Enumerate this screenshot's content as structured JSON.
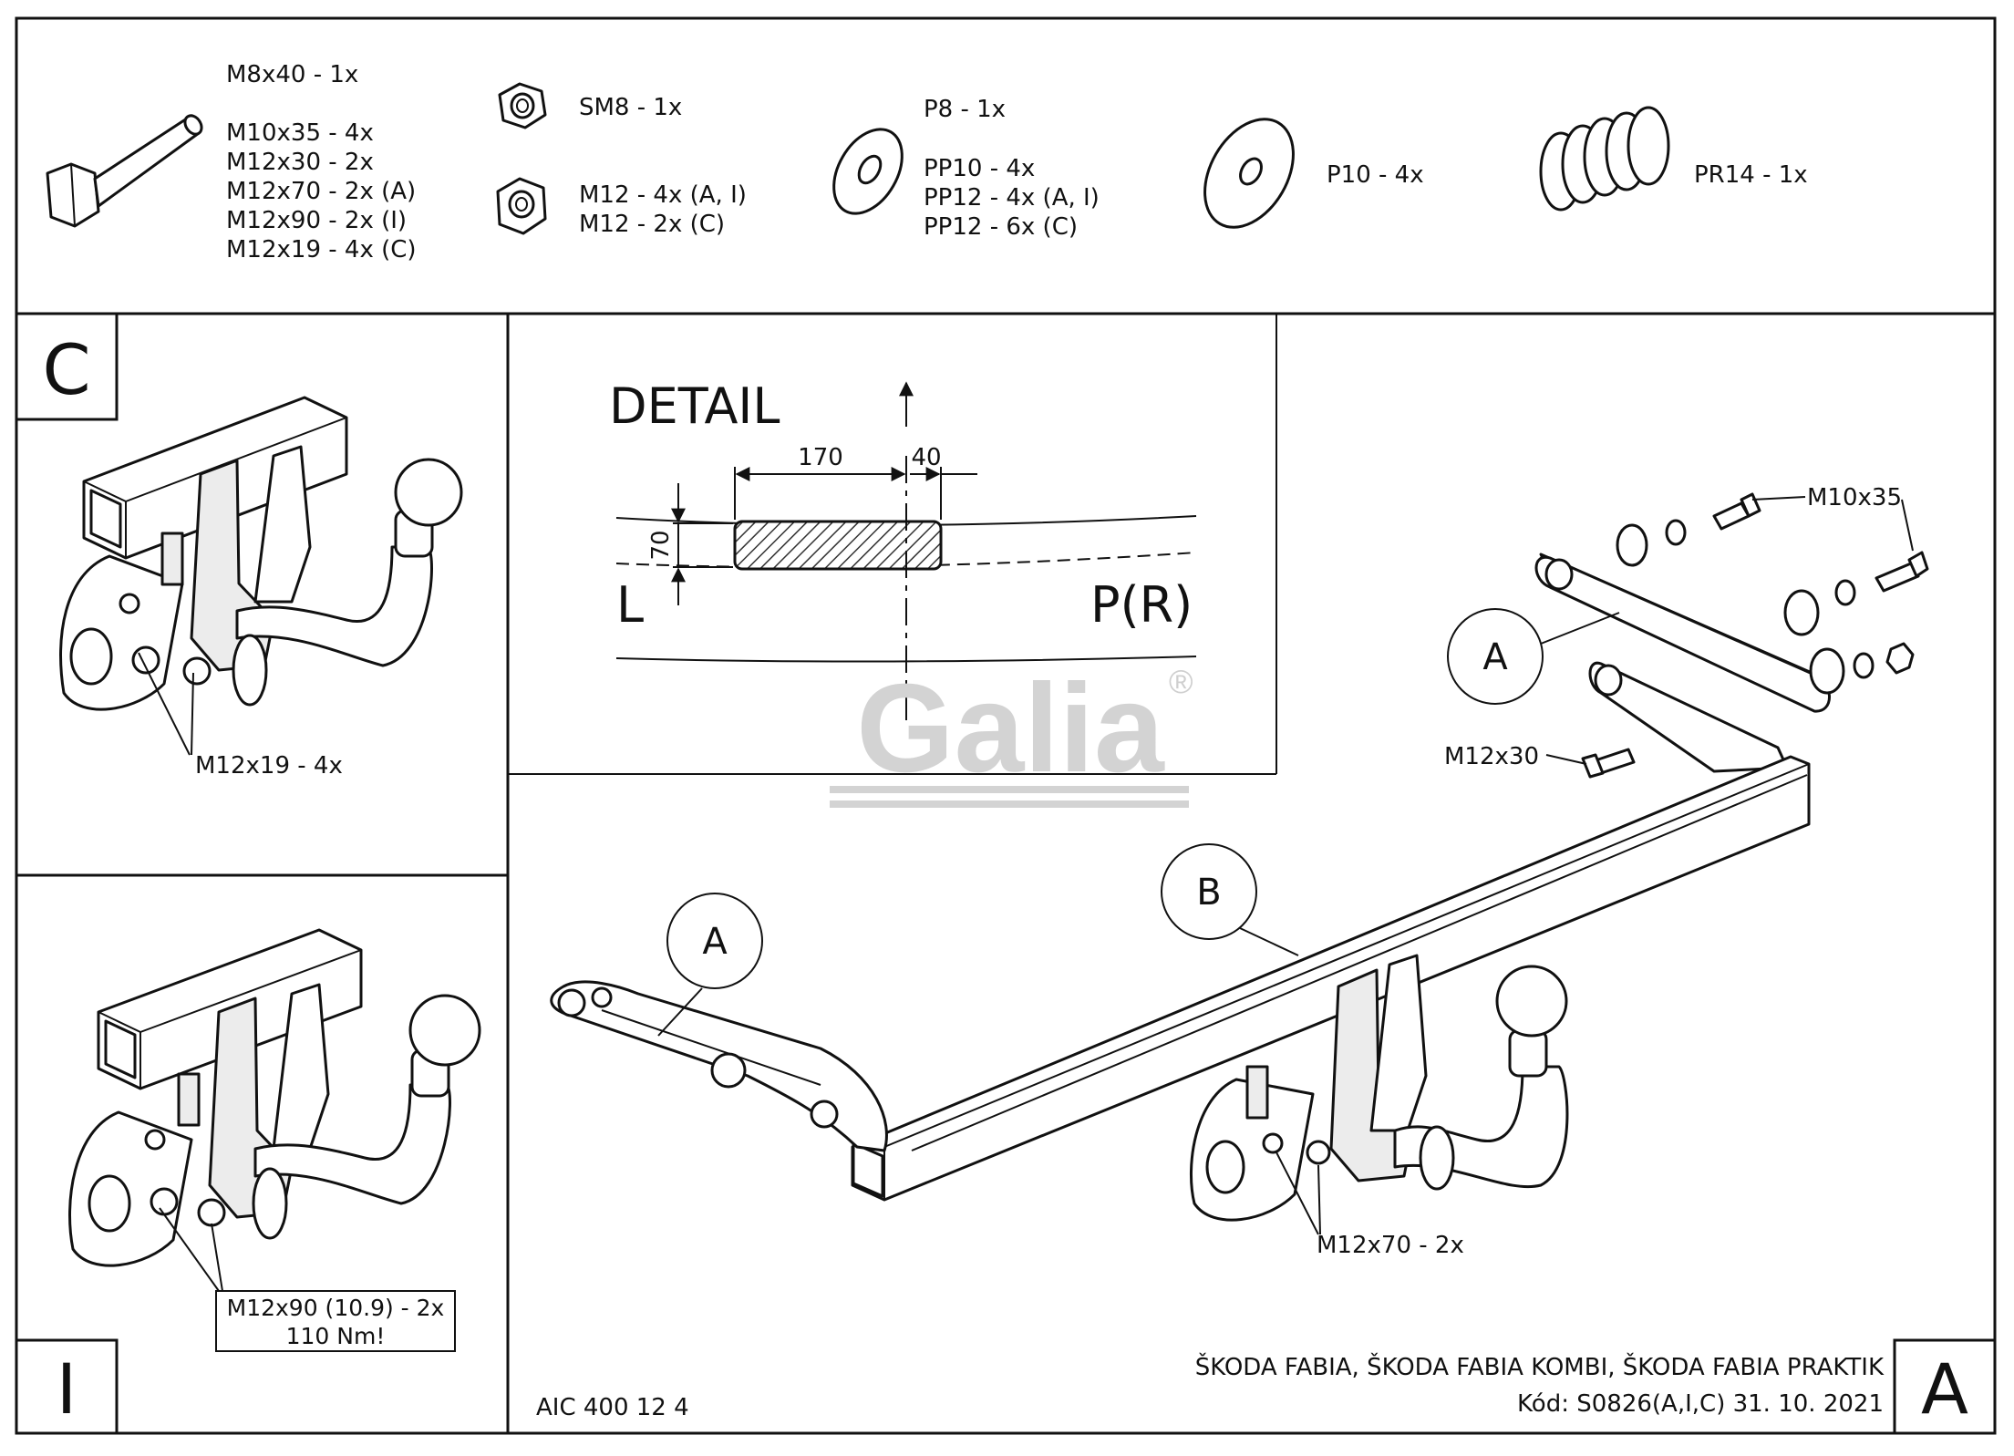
{
  "parts": {
    "bolt_label_1": "M8x40 - 1x",
    "bolt_label_2": "M10x35 - 4x",
    "bolt_label_3": "M12x30 - 2x",
    "bolt_label_4": "M12x70 - 2x (A)",
    "bolt_label_5": "M12x90 - 2x (I)",
    "bolt_label_6": "M12x19 - 4x (C)",
    "nut_label_1": "SM8 - 1x",
    "nut_label_2": "M12 - 4x (A, I)",
    "nut_label_3": "M12 - 2x (C)",
    "washer_label_1": "P8 - 1x",
    "washer_label_2": "PP10 - 4x",
    "washer_label_3": "PP12 - 4x (A, I)",
    "washer_label_4": "PP12 - 6x (C)",
    "big_washer_label": "P10 - 4x",
    "spring_label": "PR14 - 1x"
  },
  "panels": {
    "c_letter": "C",
    "c_callout": "M12x19 - 4x",
    "i_letter": "I",
    "i_callout_1": "M12x90 (10.9) - 2x",
    "i_callout_2": "110 Nm!",
    "a_letter": "A"
  },
  "detail": {
    "title": "DETAIL",
    "dim_width": "170",
    "dim_offset": "40",
    "dim_height": "70",
    "left_label": "L",
    "right_label": "P(R)"
  },
  "main": {
    "label_m10x35": "M10x35",
    "label_m12x30": "M12x30",
    "label_m12x70": "M12x70 - 2x",
    "circle_a1": "A",
    "circle_a2": "A",
    "circle_b": "B"
  },
  "logo": {
    "text": "Galia",
    "reg": "®"
  },
  "footer": {
    "code_left": "AIC 400 12 4",
    "vehicles": "ŠKODA FABIA, ŠKODA FABIA KOMBI, ŠKODA FABIA PRAKTIK",
    "code_date": "Kód: S0826(A,I,C)  31. 10. 2021"
  }
}
